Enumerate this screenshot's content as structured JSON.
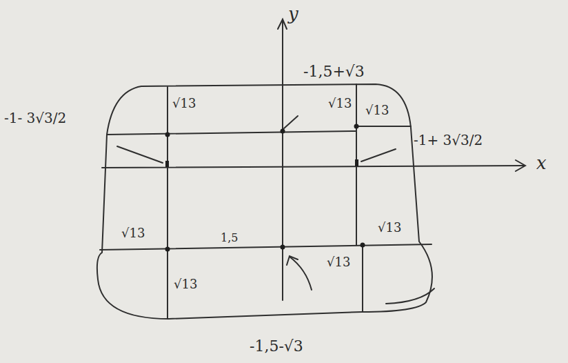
{
  "diagram": {
    "labels": [
      "y",
      "x",
      "-1,5+√3",
      "-1- 3√3/2",
      "-1+ 3√3/2",
      "-1,5-√3",
      "1,5",
      "√13",
      "√13",
      "√13",
      "√13",
      "√13",
      "√13",
      "√13"
    ]
  }
}
